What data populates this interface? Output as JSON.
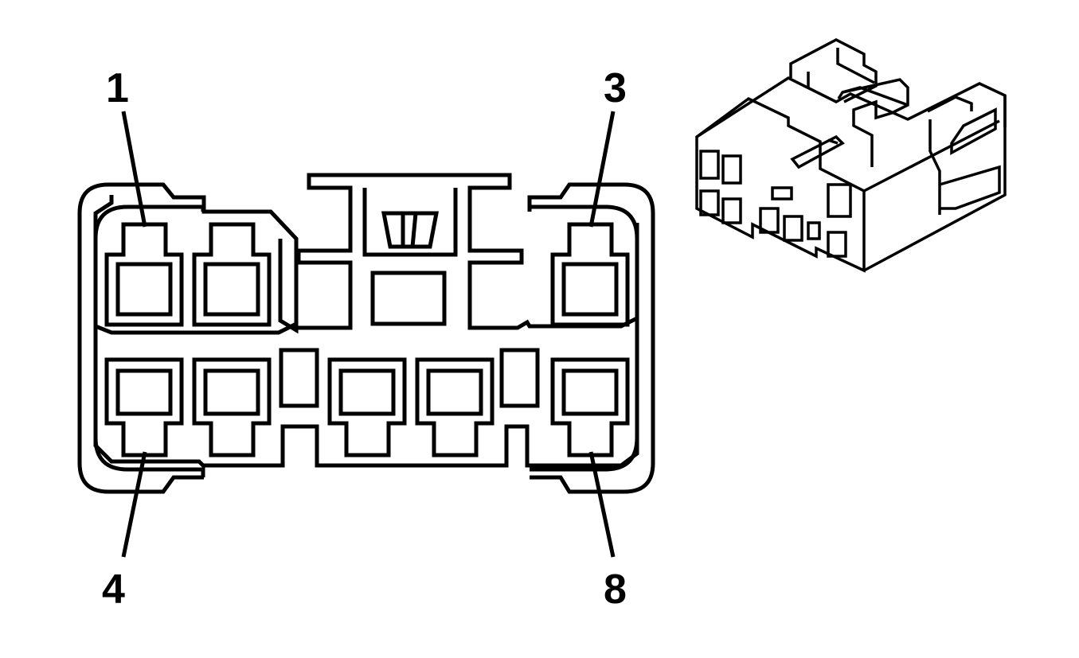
{
  "diagram": {
    "pin_labels": {
      "top_left": "1",
      "top_right": "3",
      "bottom_left": "4",
      "bottom_right": "8"
    }
  },
  "colors": {
    "ink": "#000000",
    "paper": "#ffffff"
  }
}
